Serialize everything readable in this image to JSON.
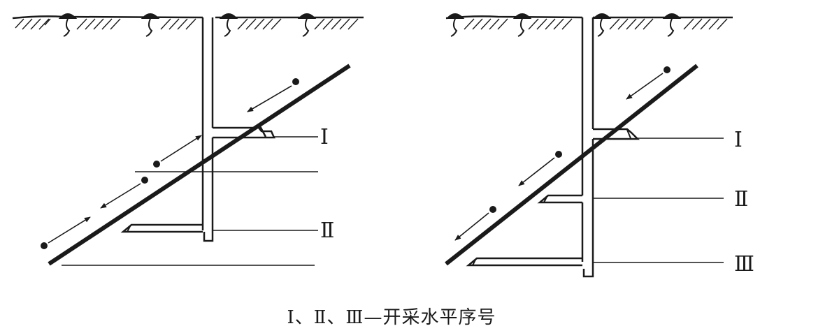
{
  "colors": {
    "ink": "#1a1a1a",
    "background": "#ffffff"
  },
  "left_panel": {
    "level_labels": [
      "Ⅰ",
      "Ⅱ"
    ]
  },
  "right_panel": {
    "level_labels": [
      "Ⅰ",
      "Ⅱ",
      "Ⅲ"
    ]
  },
  "caption": "Ⅰ、Ⅱ、Ⅲ—开采水平序号"
}
